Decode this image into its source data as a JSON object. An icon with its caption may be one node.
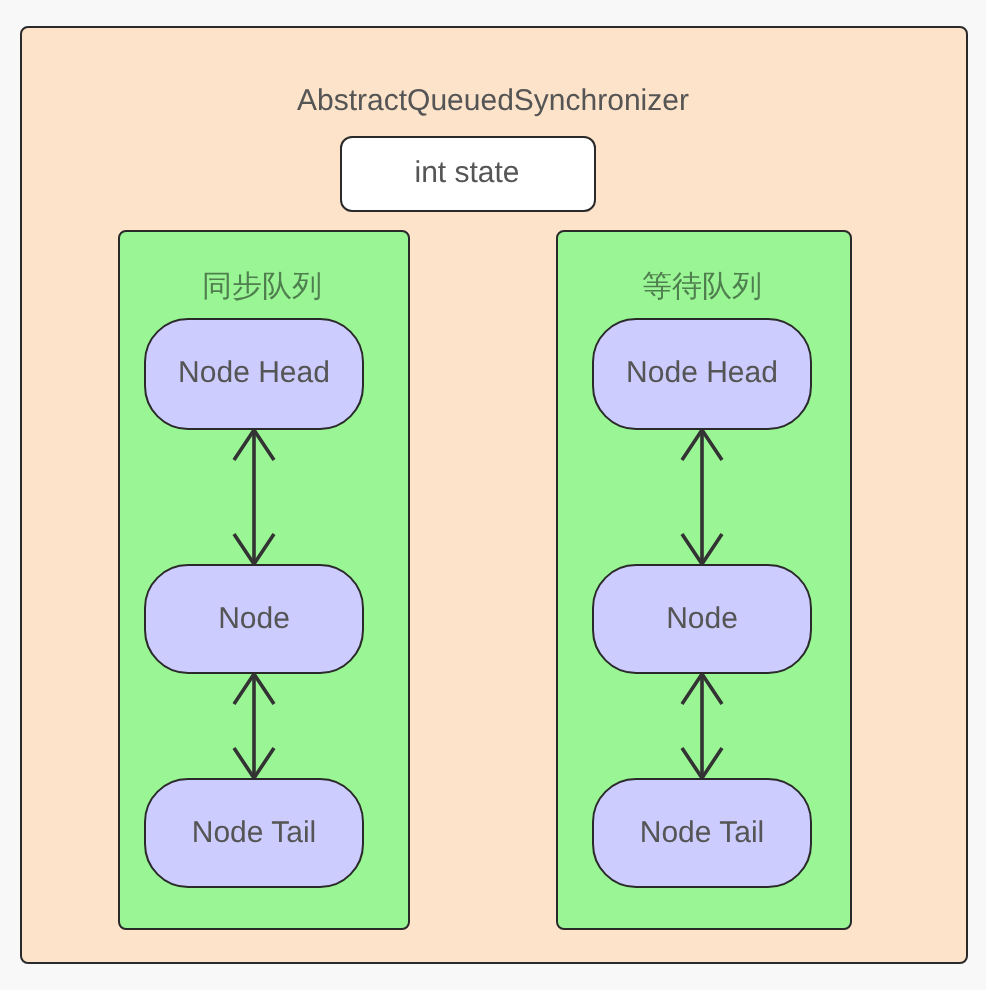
{
  "diagram": {
    "nodes": [
      {
        "text": [
          "AbstractQueuedSynchronizer"
        ]
      },
      {
        "text": [
          "int state"
        ],
        "in": 0
      },
      {
        "text": [
          "同步队列"
        ],
        "in": 0
      },
      {
        "text": [
          "Node Head"
        ],
        "in": 2
      },
      {
        "text": [
          "Node"
        ],
        "in": 2
      },
      {
        "text": [
          "Node Tail"
        ],
        "in": 2
      },
      {
        "text": [
          "等待队列"
        ],
        "in": 0
      },
      {
        "text": [
          "Node Head"
        ],
        "in": 6
      },
      {
        "text": [
          "Node"
        ],
        "in": 6
      },
      {
        "text": [
          "Node Tail"
        ],
        "in": 6
      }
    ],
    "edges": [
      {
        "from": 3,
        "to": 4,
        "arrow": "both"
      },
      {
        "from": 4,
        "to": 5,
        "arrow": "both"
      },
      {
        "from": 7,
        "to": 8,
        "arrow": "both"
      },
      {
        "from": 8,
        "to": 9,
        "arrow": "both"
      }
    ]
  }
}
